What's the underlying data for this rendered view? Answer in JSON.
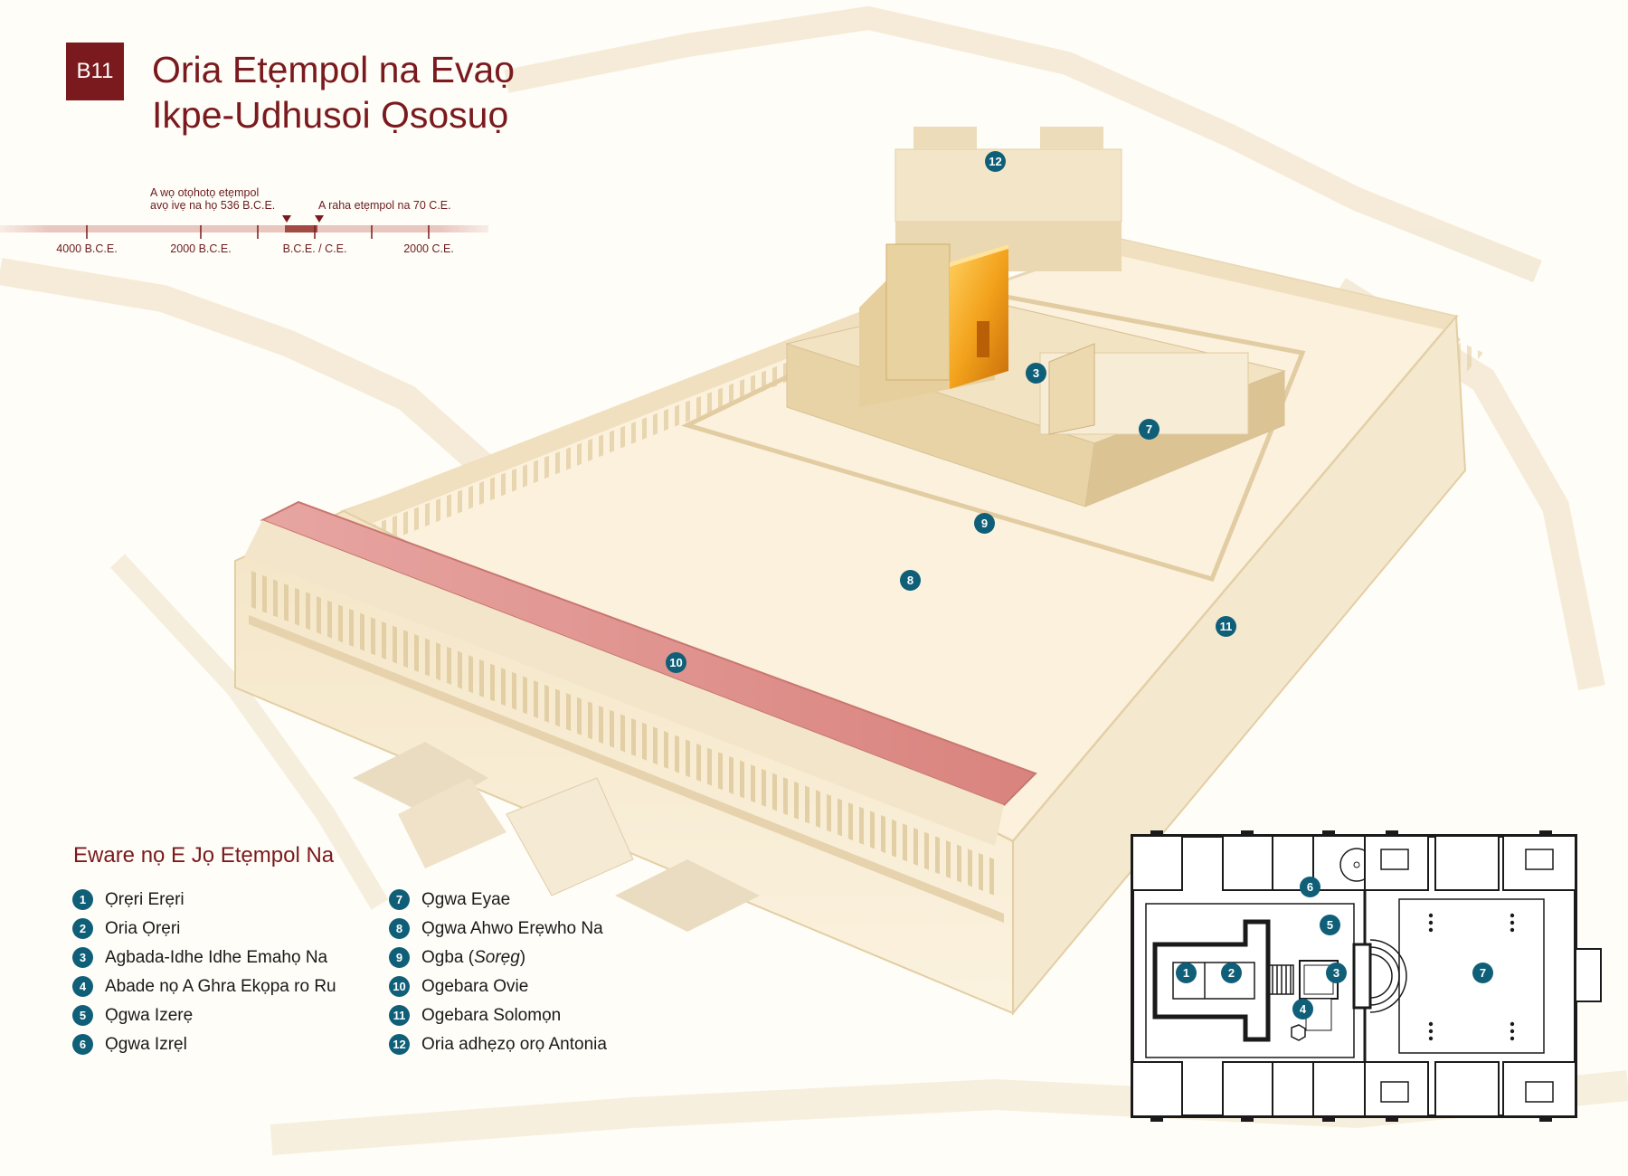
{
  "header": {
    "badge": "B11",
    "title_line1": "Oria Etẹmpol na Evaọ",
    "title_line2": "Ikpe-Udhusoi Ọsosuọ"
  },
  "timeline": {
    "note_built_line1": "A wọ otọhotọ etẹmpol",
    "note_built_line2": "avọ ivẹ na họ 536 B.C.E.",
    "note_destroyed": "A raha etẹmpol na 70 C.E.",
    "ticks": [
      "4000 B.C.E.",
      "2000 B.C.E.",
      "B.C.E. / C.E.",
      "2000 C.E."
    ]
  },
  "markers": [
    "3",
    "7",
    "8",
    "9",
    "10",
    "11",
    "12"
  ],
  "legend": {
    "title": "Eware nọ E Jọ Etẹmpol Na",
    "items": [
      {
        "num": "1",
        "label": "Ọrẹri Erẹri"
      },
      {
        "num": "2",
        "label": "Oria Ọrẹri"
      },
      {
        "num": "3",
        "label": "Agbada-Idhe Idhe Emahọ Na"
      },
      {
        "num": "4",
        "label": "Abade nọ A Ghra Ekọpa ro Ru"
      },
      {
        "num": "5",
        "label": "Ọgwa Izerẹ"
      },
      {
        "num": "6",
        "label": "Ọgwa Izrẹl"
      },
      {
        "num": "7",
        "label": "Ọgwa Eyae"
      },
      {
        "num": "8",
        "label": "Ọgwa Ahwo Erẹwho Na"
      },
      {
        "num": "9",
        "label": "Ogba (",
        "label_em": "Sorẹg",
        "label_end": ")"
      },
      {
        "num": "10",
        "label": "Ogebara Ovie"
      },
      {
        "num": "11",
        "label": "Ogebara Solomọn"
      },
      {
        "num": "12",
        "label": "Oria adhẹzọ orọ Antonia"
      }
    ]
  },
  "floorplan": {
    "labels": [
      "1",
      "2",
      "3",
      "4",
      "5",
      "6",
      "7"
    ]
  },
  "colors": {
    "brand": "#7a1a1e",
    "marker": "#0f5f78",
    "gold": "#f0a020",
    "stone": "#f1e3c2"
  }
}
